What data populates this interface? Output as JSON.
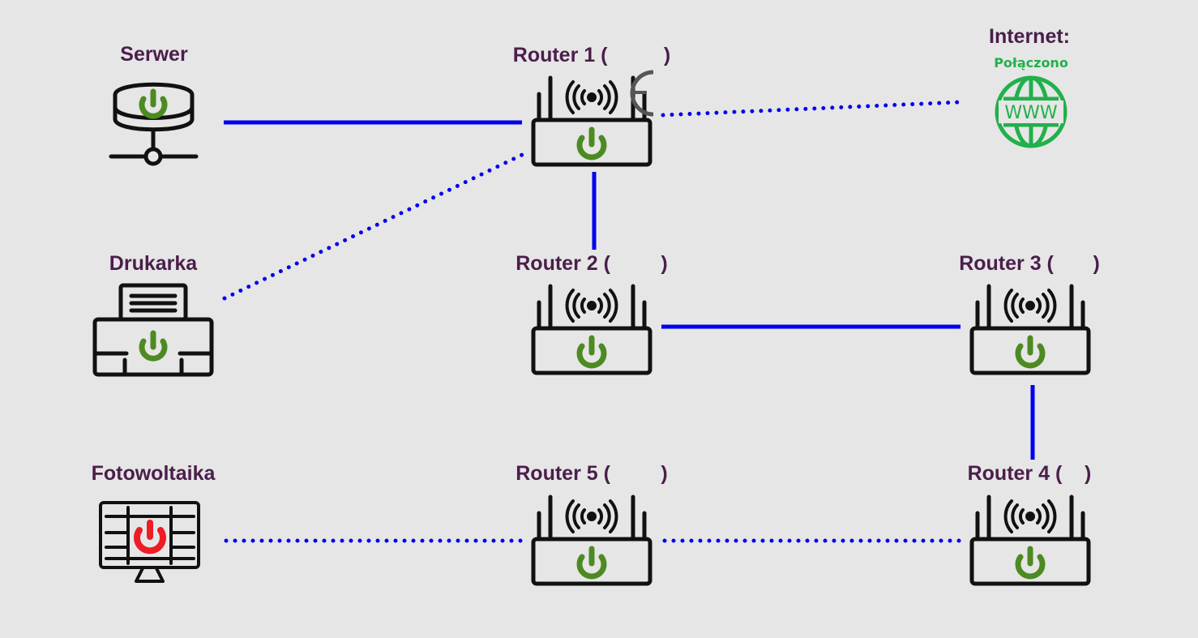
{
  "colors": {
    "background": "#e6e6e6",
    "label": "#4a1e4a",
    "link": "#0000ee",
    "device_outline": "#111111",
    "power_on": "#4e8a22",
    "power_off": "#ee1c25",
    "internet": "#22b04b",
    "loading_arc": "#555555"
  },
  "nodes": {
    "serwer": {
      "label": "Serwer",
      "type": "server",
      "power": "on"
    },
    "drukarka": {
      "label": "Drukarka",
      "type": "printer",
      "power": "on"
    },
    "fotowoltaika": {
      "label": "Fotowoltaika",
      "type": "solar-monitor",
      "power": "off"
    },
    "router1": {
      "label": "Router 1 (          )",
      "type": "router",
      "power": "on",
      "loading": true
    },
    "router2": {
      "label": "Router 2 (         )",
      "type": "router",
      "power": "on"
    },
    "router3": {
      "label": "Router 3 (       )",
      "type": "router",
      "power": "on"
    },
    "router4": {
      "label": "Router 4 (    )",
      "type": "router",
      "power": "on"
    },
    "router5": {
      "label": "Router 5 (         )",
      "type": "router",
      "power": "on"
    },
    "internet": {
      "label": "Internet:",
      "status": "Połączono",
      "icon_text": "WWW",
      "type": "internet"
    }
  },
  "links": [
    {
      "from": "serwer",
      "to": "router1",
      "style": "solid"
    },
    {
      "from": "drukarka",
      "to": "router1",
      "style": "dotted"
    },
    {
      "from": "router1",
      "to": "internet",
      "style": "dotted"
    },
    {
      "from": "router1",
      "to": "router2",
      "style": "solid"
    },
    {
      "from": "router2",
      "to": "router3",
      "style": "solid"
    },
    {
      "from": "router3",
      "to": "router4",
      "style": "solid"
    },
    {
      "from": "router4",
      "to": "router5",
      "style": "dotted"
    },
    {
      "from": "router5",
      "to": "fotowoltaika",
      "style": "dotted"
    }
  ]
}
